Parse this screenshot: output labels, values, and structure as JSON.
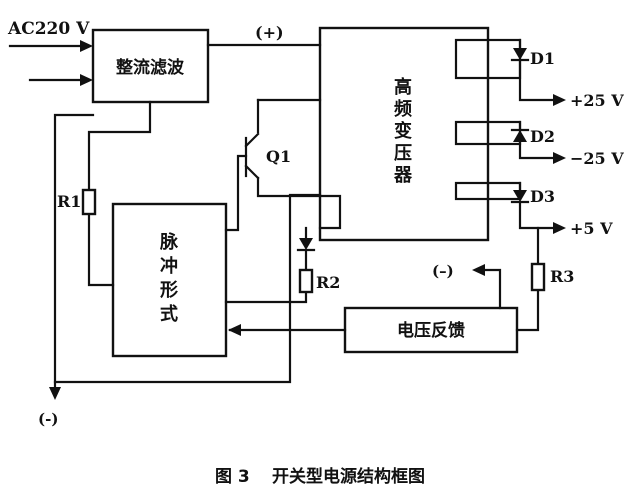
{
  "labels": {
    "ac_input": "AC220 V",
    "plus": "(+)",
    "minus_bottom": "(-)",
    "minus_right": "(–)",
    "r1": "R1",
    "r2": "R2",
    "r3": "R3",
    "q1": "Q1",
    "d1": "D1",
    "d2": "D2",
    "d3": "D3",
    "out_plus25": "+25 V",
    "out_minus25": "−25 V",
    "out_plus5": "+5 V"
  },
  "blocks": {
    "rectifier": "整流滤波",
    "transformer": [
      "高",
      "频",
      "变",
      "压",
      "器"
    ],
    "pulse": [
      "脉",
      "冲",
      "形",
      "式"
    ],
    "feedback": "电压反馈"
  },
  "caption": {
    "figure_no": "图 3",
    "title": "开关型电源结构框图"
  }
}
